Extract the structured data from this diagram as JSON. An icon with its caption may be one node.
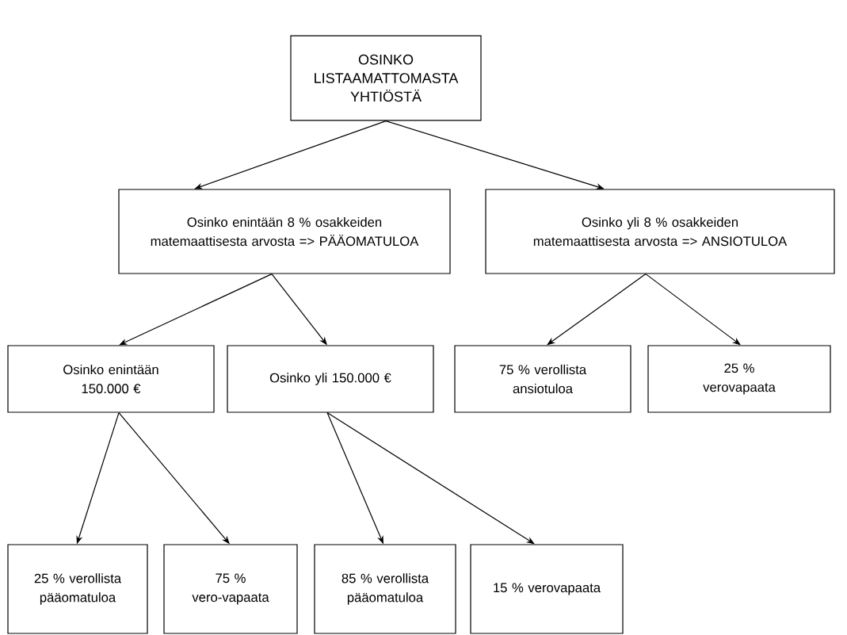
{
  "diagram": {
    "nodes": [
      {
        "text": [
          "OSINKO LISTAAMATTOMASTA YHTIÖSTÄ"
        ]
      },
      {
        "text": [
          "Osinko enintään 8 % osakkeiden matemaattisesta arvosta => PÄÄOMATULOA"
        ]
      },
      {
        "text": [
          "Osinko yli 8 % osakkeiden matemaattisesta arvosta => ANSIOTULOA"
        ]
      },
      {
        "text": [
          "Osinko enintään 150.000 €"
        ]
      },
      {
        "text": [
          "Osinko yli 150.000 €"
        ]
      },
      {
        "text": [
          "75 % verollista ansiotuloa"
        ]
      },
      {
        "text": [
          "25 % verovapaata"
        ]
      },
      {
        "text": [
          "25 % verollista pääomatuloa"
        ]
      },
      {
        "text": [
          "75 % vero-vapaata"
        ]
      },
      {
        "text": [
          "85 % verollista pääomatuloa"
        ]
      },
      {
        "text": [
          "15 % verovapaata"
        ]
      }
    ],
    "edges": [
      {
        "from": 0,
        "to": 1,
        "arrow": "to"
      },
      {
        "from": 0,
        "to": 2,
        "arrow": "to"
      },
      {
        "from": 1,
        "to": 3,
        "arrow": "to"
      },
      {
        "from": 1,
        "to": 4,
        "arrow": "to"
      },
      {
        "from": 2,
        "to": 5,
        "arrow": "to"
      },
      {
        "from": 2,
        "to": 6,
        "arrow": "to"
      },
      {
        "from": 3,
        "to": 7,
        "arrow": "to"
      },
      {
        "from": 3,
        "to": 8,
        "arrow": "to"
      },
      {
        "from": 4,
        "to": 9,
        "arrow": "to"
      },
      {
        "from": 4,
        "to": 10,
        "arrow": "to"
      }
    ]
  }
}
